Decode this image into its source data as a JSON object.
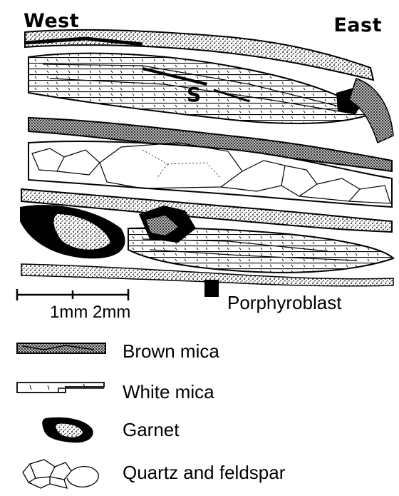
{
  "directions": {
    "west": "West",
    "east": "East"
  },
  "scale_bar": {
    "label": "1mm 2mm"
  },
  "annotation": {
    "porphyroblast": "Porphyroblast",
    "fabric_letter": "S"
  },
  "legend": [
    {
      "label": "Brown mica",
      "icon": "brown-mica-swatch-icon"
    },
    {
      "label": "White mica",
      "icon": "white-mica-swatch-icon"
    },
    {
      "label": "Garnet",
      "icon": "garnet-swatch-icon"
    },
    {
      "label": "Quartz and feldspar",
      "icon": "quartz-feldspar-swatch-icon"
    }
  ],
  "colors": {
    "ink": "#000000",
    "paper": "#ffffff",
    "stipple": "#3a3a3a"
  }
}
